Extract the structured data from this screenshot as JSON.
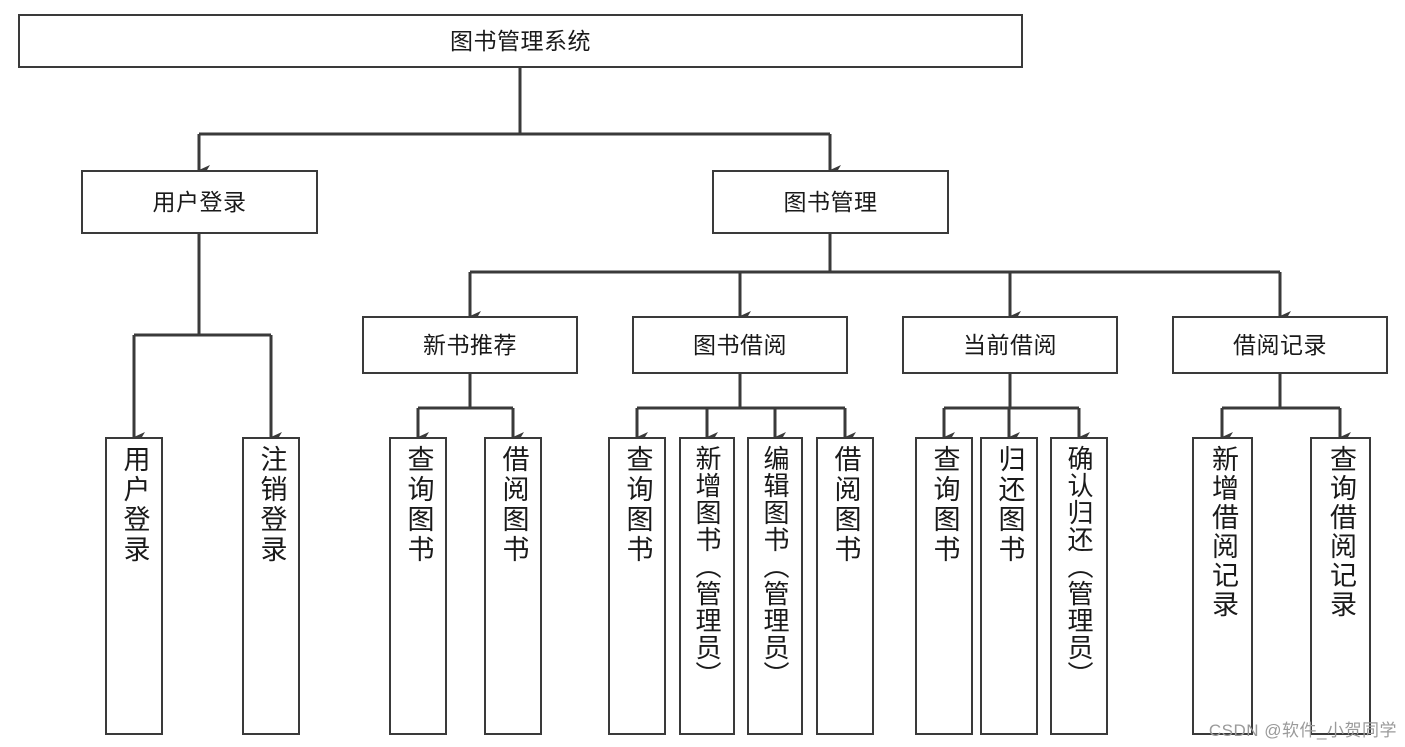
{
  "diagram": {
    "title": "图书管理系统",
    "type": "tree",
    "watermark": "CSDN @软件_小贺同学",
    "colors": {
      "box_border": "#3a3a3a",
      "box_fill": "#ffffff",
      "connector": "#3a3a3a",
      "text": "#1a1a1a",
      "watermark": "#9a9a9a",
      "background": "#ffffff"
    },
    "root": {
      "label": "图书管理系统"
    },
    "level2": [
      {
        "label": "用户登录"
      },
      {
        "label": "图书管理"
      }
    ],
    "level3": [
      {
        "label": "新书推荐"
      },
      {
        "label": "图书借阅"
      },
      {
        "label": "当前借阅"
      },
      {
        "label": "借阅记录"
      }
    ],
    "leaves": {
      "user_login": [
        {
          "label": "用户登录"
        },
        {
          "label": "注销登录"
        }
      ],
      "new_book_recommend": [
        {
          "label": "查询图书"
        },
        {
          "label": "借阅图书"
        }
      ],
      "book_borrow": [
        {
          "label": "查询图书"
        },
        {
          "label": "新增图书（管理员）"
        },
        {
          "label": "编辑图书（管理员）"
        },
        {
          "label": "借阅图书"
        }
      ],
      "current_borrow": [
        {
          "label": "查询图书"
        },
        {
          "label": "归还图书"
        },
        {
          "label": "确认归还（管理员）"
        }
      ],
      "borrow_record": [
        {
          "label": "新增借阅记录"
        },
        {
          "label": "查询借阅记录"
        }
      ]
    }
  }
}
